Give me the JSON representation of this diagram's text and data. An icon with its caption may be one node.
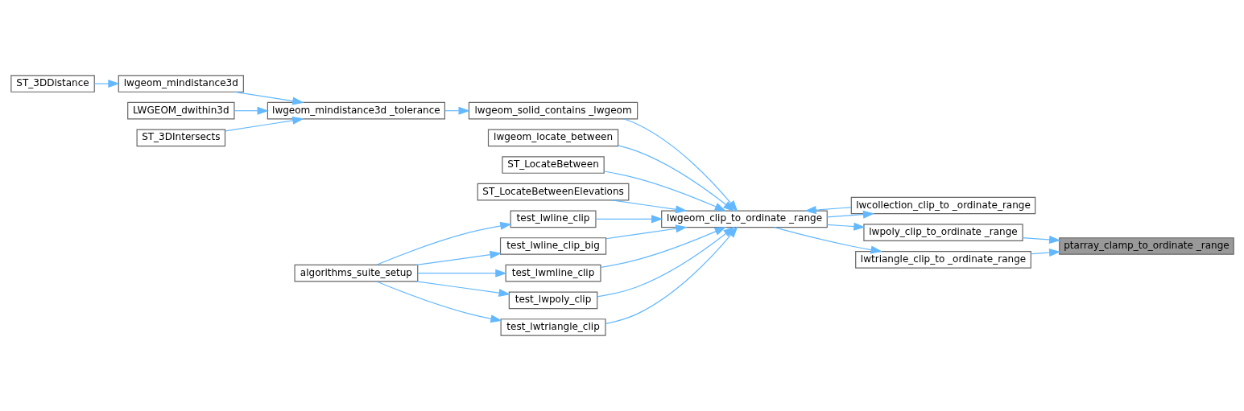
{
  "diagram": {
    "nodes": [
      {
        "text": [
          "ST_3DDistance"
        ]
      },
      {
        "text": [
          "LWGEOM_dwithin3d"
        ]
      },
      {
        "text": [
          "lwgeom_mindistance3d"
        ]
      },
      {
        "text": [
          "ST_3DIntersects"
        ]
      },
      {
        "text": [
          "lwgeom_mindistance3d _tolerance"
        ]
      },
      {
        "text": [
          "algorithms_suite_setup"
        ]
      },
      {
        "text": [
          "lwcollection_clip_to _ordinate_range"
        ]
      },
      {
        "text": [
          "lwgeom_locate_between"
        ]
      },
      {
        "text": [
          "lwgeom_solid_contains _lwgeom"
        ]
      },
      {
        "text": [
          "ST_LocateBetween"
        ]
      },
      {
        "text": [
          "ST_LocateBetweenElevations"
        ]
      },
      {
        "text": [
          "test_lwline_clip"
        ]
      },
      {
        "text": [
          "test_lwline_clip_big"
        ]
      },
      {
        "text": [
          "test_lwmline_clip"
        ]
      },
      {
        "text": [
          "test_lwpoly_clip"
        ]
      },
      {
        "text": [
          "test_lwtriangle_clip"
        ]
      },
      {
        "text": [
          "lwgeom_clip_to_ordinate _range"
        ]
      },
      {
        "text": [
          "lwpoly_clip_to_ordinate _range"
        ]
      },
      {
        "text": [
          "lwtriangle_clip_to _ordinate_range"
        ]
      },
      {
        "text": [
          "ptarray_clamp_to_ordinate _range"
        ]
      }
    ],
    "edges": [
      {
        "from": 0,
        "to": 2,
        "arrow": "to"
      },
      {
        "from": 1,
        "to": 4,
        "arrow": "to"
      },
      {
        "from": 2,
        "to": 4,
        "arrow": "to"
      },
      {
        "from": 3,
        "to": 4,
        "arrow": "to"
      },
      {
        "from": 4,
        "to": 8,
        "arrow": "to"
      },
      {
        "from": 5,
        "to": 11,
        "arrow": "to"
      },
      {
        "from": 5,
        "to": 12,
        "arrow": "to"
      },
      {
        "from": 5,
        "to": 13,
        "arrow": "to"
      },
      {
        "from": 5,
        "to": 14,
        "arrow": "to"
      },
      {
        "from": 5,
        "to": 15,
        "arrow": "to"
      },
      {
        "from": 6,
        "to": 16,
        "arrow": "to"
      },
      {
        "from": 16,
        "to": 6,
        "arrow": "to"
      },
      {
        "from": 7,
        "to": 16,
        "arrow": "to"
      },
      {
        "from": 8,
        "to": 16,
        "arrow": "to"
      },
      {
        "from": 9,
        "to": 16,
        "arrow": "to"
      },
      {
        "from": 10,
        "to": 16,
        "arrow": "to"
      },
      {
        "from": 11,
        "to": 16,
        "arrow": "to"
      },
      {
        "from": 12,
        "to": 16,
        "arrow": "to"
      },
      {
        "from": 13,
        "to": 16,
        "arrow": "to"
      },
      {
        "from": 14,
        "to": 16,
        "arrow": "to"
      },
      {
        "from": 15,
        "to": 16,
        "arrow": "to"
      },
      {
        "from": 16,
        "to": 17,
        "arrow": "to"
      },
      {
        "from": 16,
        "to": 18,
        "arrow": "to"
      },
      {
        "from": 17,
        "to": 19,
        "arrow": "to"
      },
      {
        "from": 18,
        "to": 19,
        "arrow": "to"
      }
    ]
  }
}
